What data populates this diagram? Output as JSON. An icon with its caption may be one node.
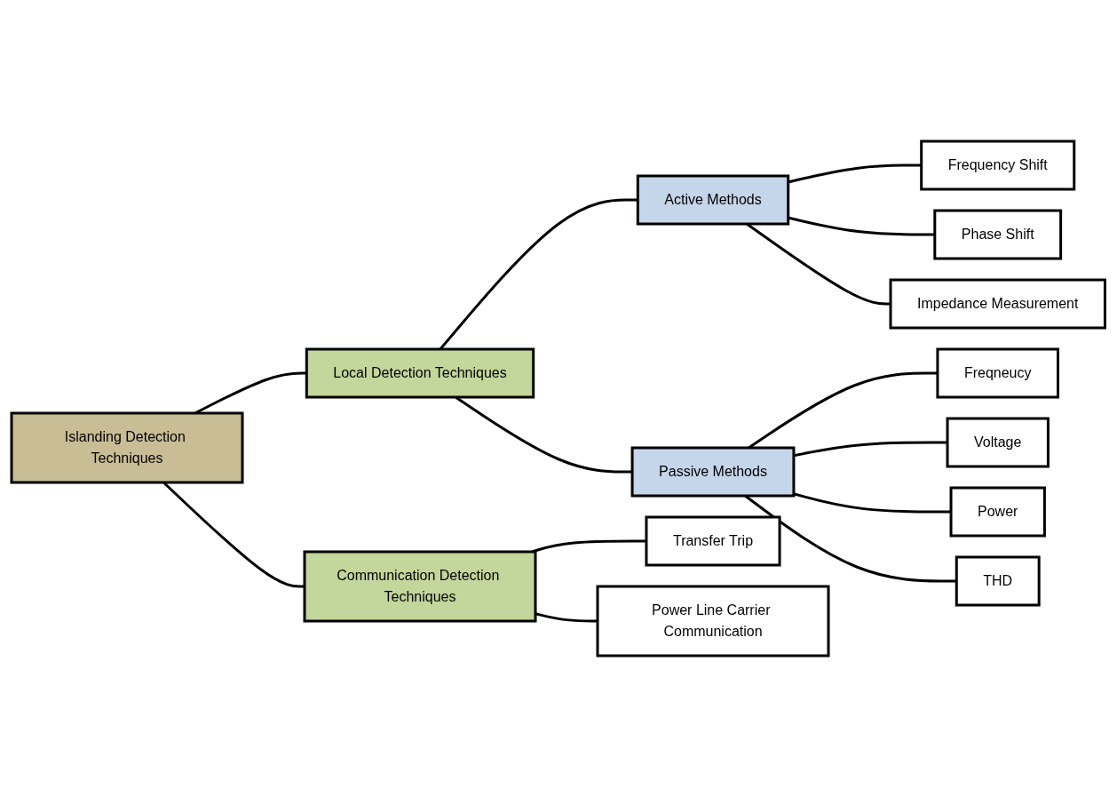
{
  "diagram": {
    "nodes": [
      {
        "text": [
          "Islanding Detection Techniques"
        ]
      },
      {
        "text": [
          "Local Detection Techniques"
        ]
      },
      {
        "text": [
          "Active Methods"
        ]
      },
      {
        "text": [
          "Frequency Shift"
        ]
      },
      {
        "text": [
          "Phase Shift"
        ]
      },
      {
        "text": [
          "Impedance Measurement"
        ]
      },
      {
        "text": [
          "Passive Methods"
        ]
      },
      {
        "text": [
          "Freqneucy"
        ]
      },
      {
        "text": [
          "Voltage"
        ]
      },
      {
        "text": [
          "Power"
        ]
      },
      {
        "text": [
          "THD"
        ]
      },
      {
        "text": [
          "Communication Detection Techniques"
        ]
      },
      {
        "text": [
          "Transfer Trip"
        ]
      },
      {
        "text": [
          "Power Line Carrier Communication"
        ]
      }
    ],
    "edges": [
      {
        "from": 0,
        "to": 1,
        "arrow": "none"
      },
      {
        "from": 0,
        "to": 11,
        "arrow": "none"
      },
      {
        "from": 1,
        "to": 2,
        "arrow": "none"
      },
      {
        "from": 1,
        "to": 6,
        "arrow": "none"
      },
      {
        "from": 2,
        "to": 3,
        "arrow": "none"
      },
      {
        "from": 2,
        "to": 4,
        "arrow": "none"
      },
      {
        "from": 2,
        "to": 5,
        "arrow": "none"
      },
      {
        "from": 6,
        "to": 7,
        "arrow": "none"
      },
      {
        "from": 6,
        "to": 8,
        "arrow": "none"
      },
      {
        "from": 6,
        "to": 9,
        "arrow": "none"
      },
      {
        "from": 6,
        "to": 10,
        "arrow": "none"
      },
      {
        "from": 11,
        "to": 12,
        "arrow": "none"
      },
      {
        "from": 11,
        "to": 13,
        "arrow": "none"
      }
    ]
  }
}
